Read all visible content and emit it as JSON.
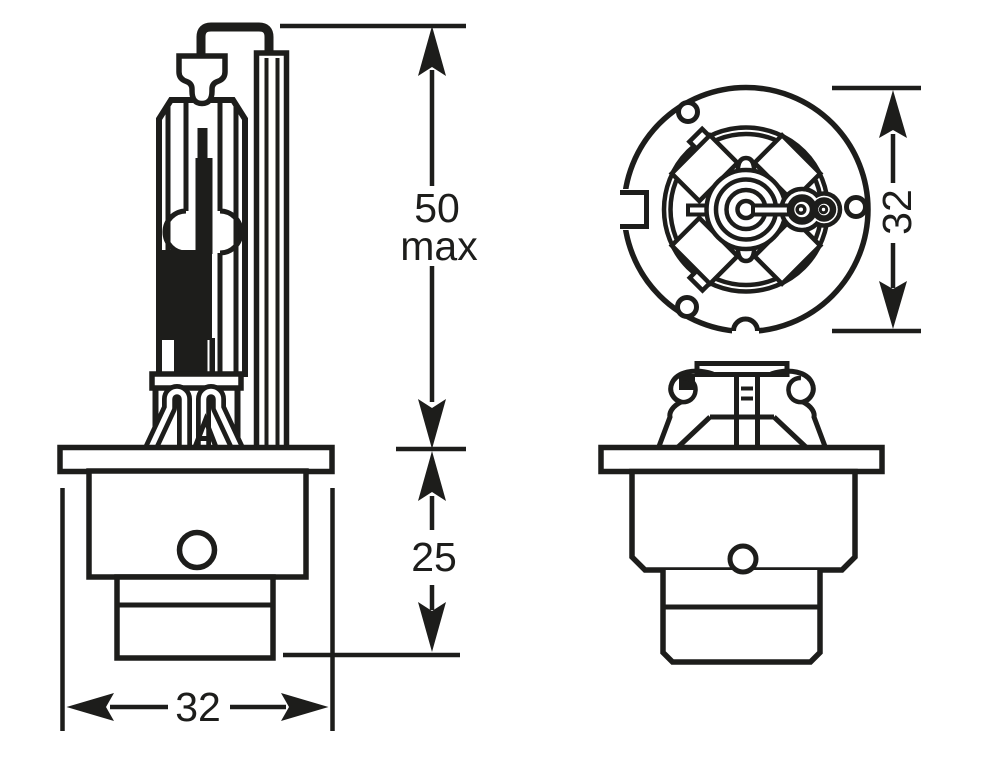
{
  "colors": {
    "ink": "#1d1d1b",
    "background": "#ffffff"
  },
  "dimensions": {
    "overall_length": {
      "value": "50",
      "qualifier": "max"
    },
    "base_length": {
      "value": "25"
    },
    "flange_width": {
      "value": "32"
    },
    "flange_diameter": {
      "value": "32"
    }
  }
}
